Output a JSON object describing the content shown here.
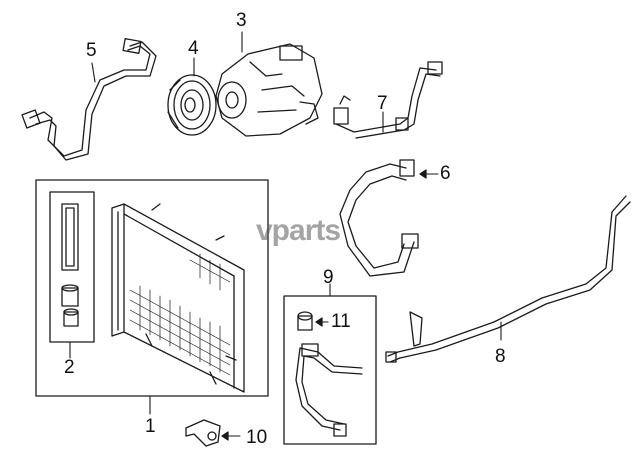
{
  "diagram": {
    "callouts": [
      "1",
      "2",
      "3",
      "4",
      "5",
      "6",
      "7",
      "8",
      "9",
      "10",
      "11"
    ],
    "watermark": "vparts"
  },
  "colors": {
    "line": "#1a1a1a",
    "background": "#ffffff",
    "watermark": "#5a5a5a"
  }
}
